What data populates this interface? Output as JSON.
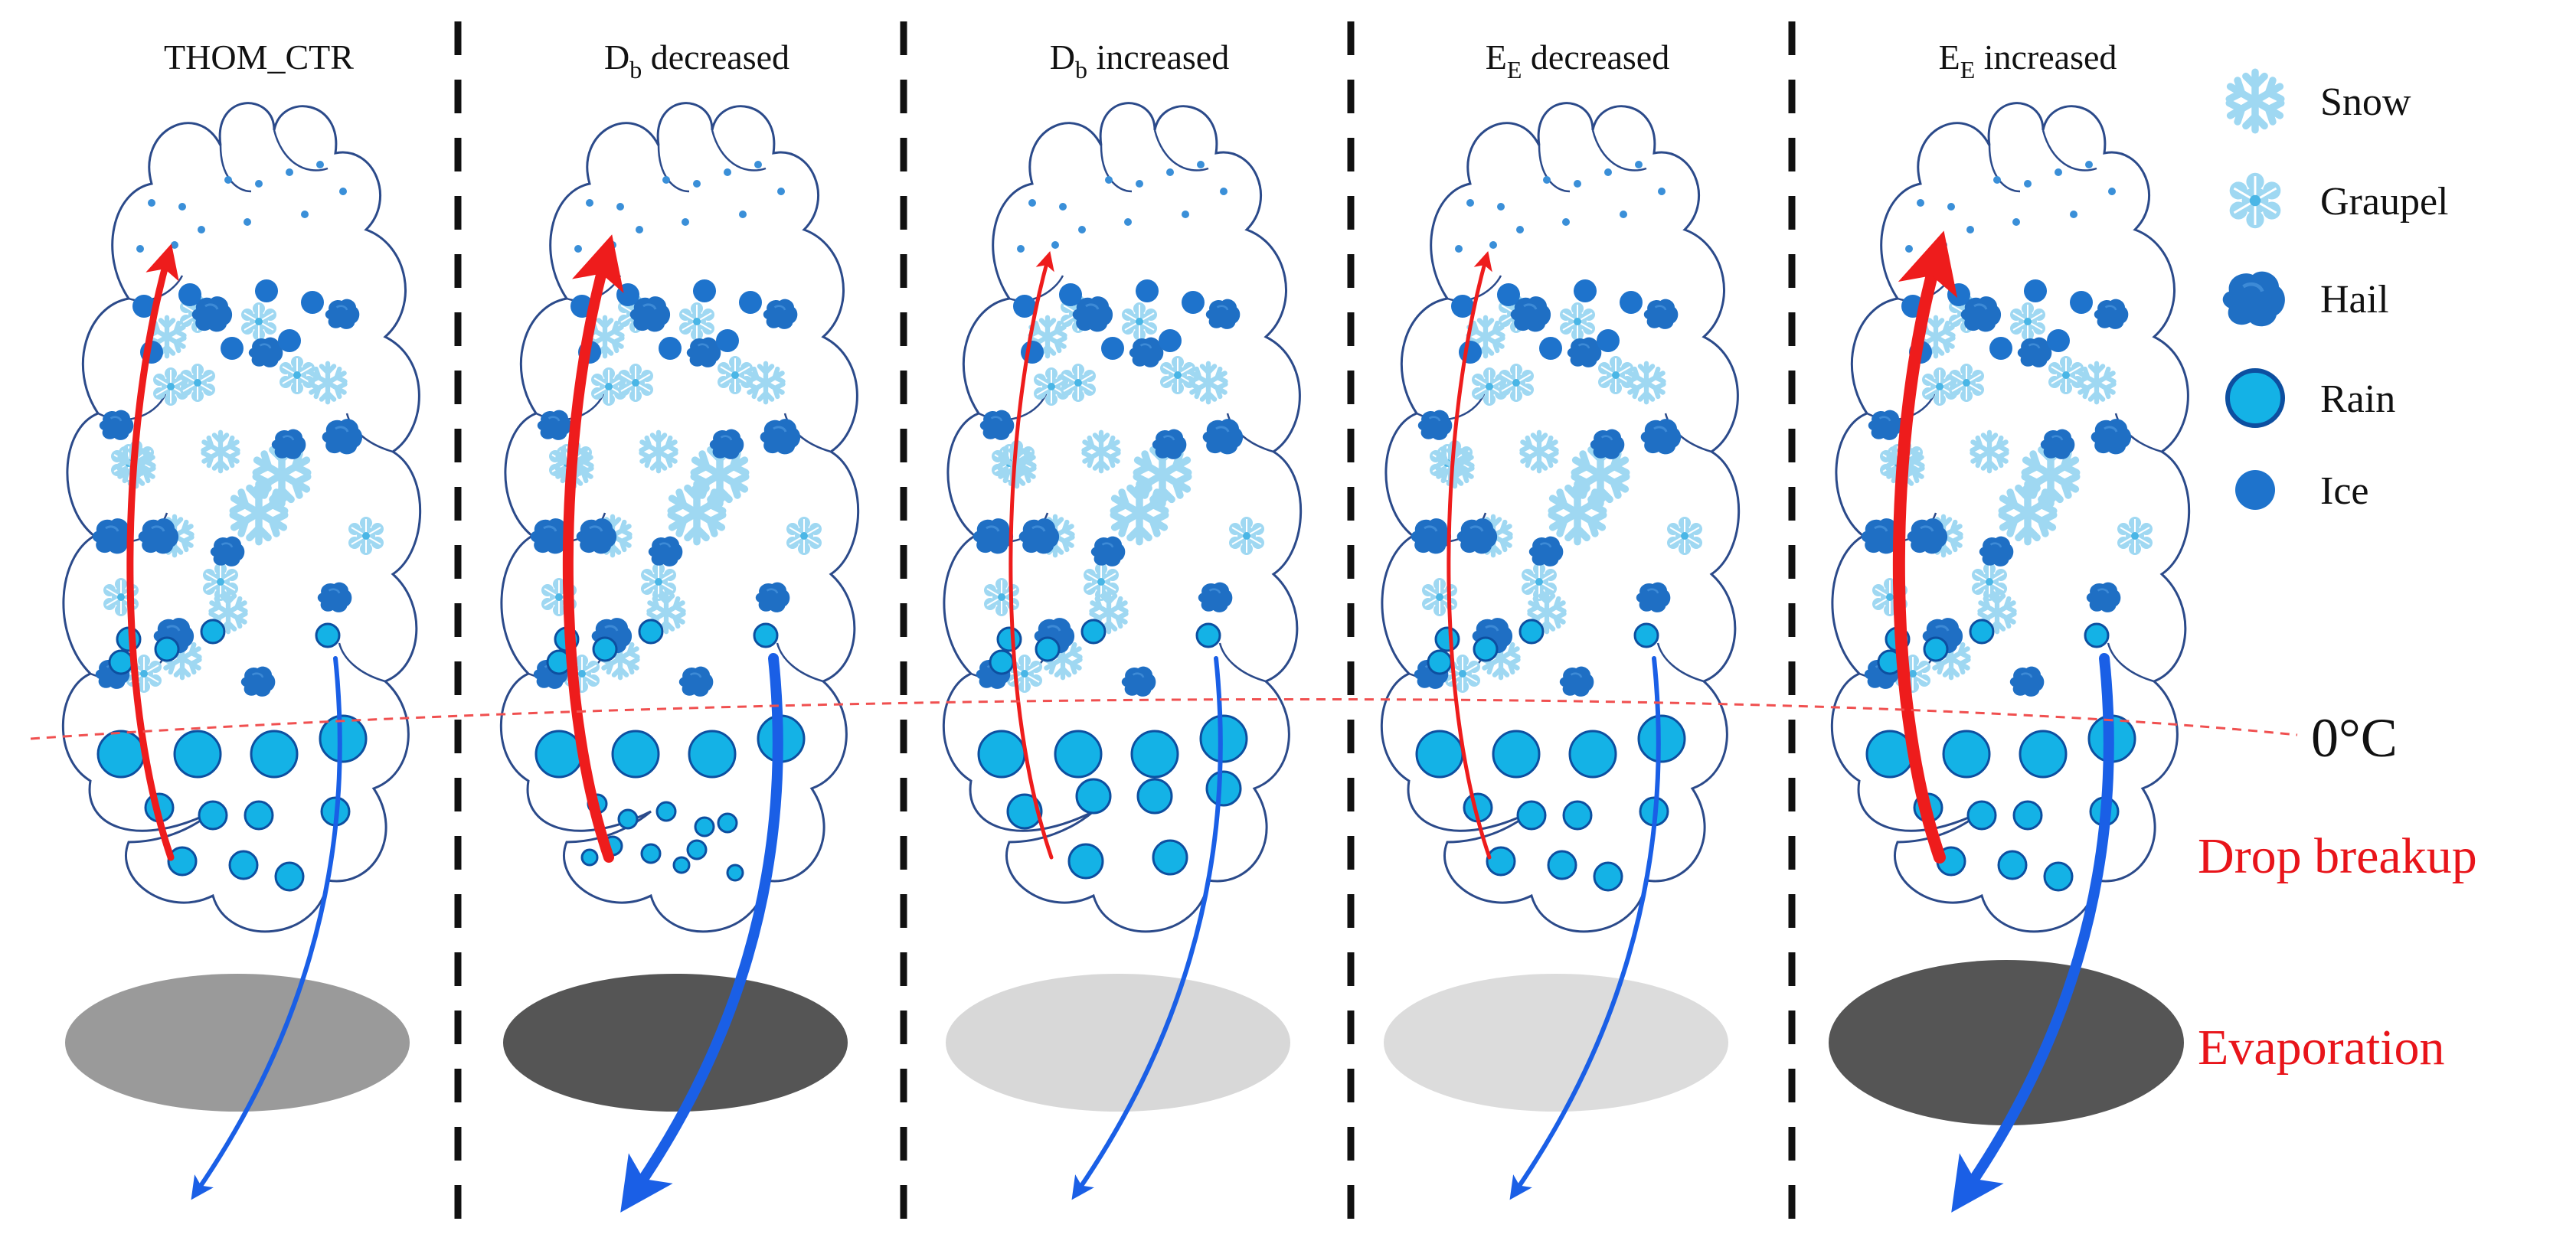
{
  "panels": [
    {
      "id": "ctrl",
      "title_main": "THOM_CTR",
      "title_sub": "",
      "title_rest": "",
      "shadow": "#9a9a9a",
      "breakup": "normal",
      "updraft_width": 9
    },
    {
      "id": "db_dec",
      "title_main": "D",
      "title_sub": "b",
      "title_rest": " decreased",
      "shadow": "#555555",
      "breakup": "more",
      "updraft_width": 14
    },
    {
      "id": "db_inc",
      "title_main": "D",
      "title_sub": "b",
      "title_rest": " increased",
      "shadow": "#d8d8d8",
      "breakup": "less",
      "updraft_width": 5
    },
    {
      "id": "ee_dec",
      "title_main": "E",
      "title_sub": "E",
      "title_rest": " decreased",
      "shadow": "#dcdcdc",
      "breakup": "normal",
      "updraft_width": 5
    },
    {
      "id": "ee_inc",
      "title_main": "E",
      "title_sub": "E",
      "title_rest": " increased",
      "shadow": "#555555",
      "breakup": "normal",
      "updraft_width": 16
    }
  ],
  "legend": [
    {
      "kind": "snow",
      "label": "Snow"
    },
    {
      "kind": "graupel",
      "label": "Graupel"
    },
    {
      "kind": "hail",
      "label": "Hail"
    },
    {
      "kind": "rain",
      "label": "Rain"
    },
    {
      "kind": "ice",
      "label": "Ice"
    }
  ],
  "annotations": {
    "freezing_level": "0°C",
    "drop_breakup": "Drop breakup",
    "evaporation": "Evaporation"
  },
  "colors": {
    "updraft": "#ee1c1c",
    "downdraft": "#1a5fe6",
    "cloud_outline": "#2b4a8a",
    "snow": "#9fd8f2",
    "hail": "#1f6fc4",
    "rain_fill": "#14b2e6",
    "rain_stroke": "#0d4fa0",
    "freezing_line": "#f05050"
  }
}
